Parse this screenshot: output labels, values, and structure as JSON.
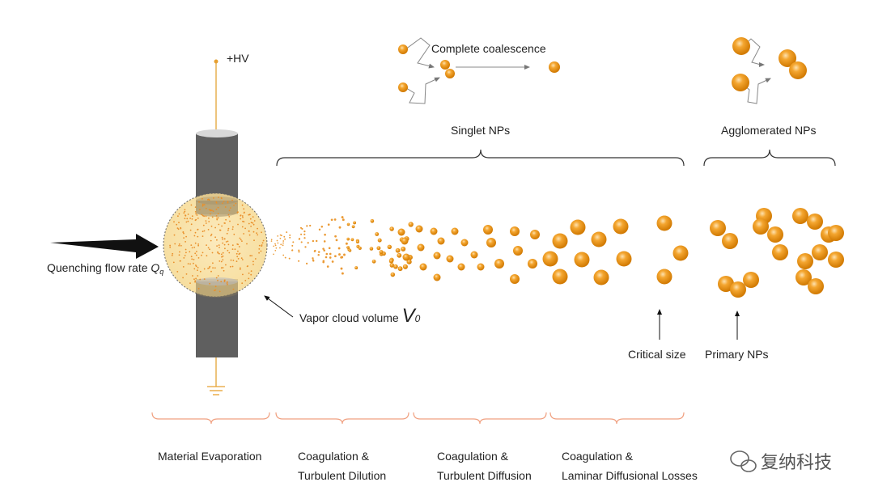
{
  "labels": {
    "hv": "+HV",
    "quenching": "Quenching flow rate ",
    "quenching_symbol": "Q",
    "quenching_sub": "q",
    "vapor": "Vapor cloud volume ",
    "vapor_symbol": "V",
    "vapor_sub": "0",
    "complete_coalescence": "Complete coalescence",
    "singlet": "Singlet NPs",
    "agglomerated": "Agglomerated NPs",
    "critical_size": "Critical size",
    "primary_nps": "Primary NPs"
  },
  "stages": [
    {
      "line1": "Material Evaporation",
      "line2": ""
    },
    {
      "line1": "Coagulation  &",
      "line2": "Turbulent Dilution"
    },
    {
      "line1": "Coagulation  &",
      "line2": "Turbulent Diffusion"
    },
    {
      "line1": "Coagulation  &",
      "line2": "Laminar Diffusional Losses"
    }
  ],
  "watermark": "复纳科技",
  "colors": {
    "particle": "#f0a020",
    "particle_dark": "#d07a00",
    "electrode": "#5f5f5f",
    "stage_brace": "#f0a080",
    "cloud": "#f7d98a"
  }
}
